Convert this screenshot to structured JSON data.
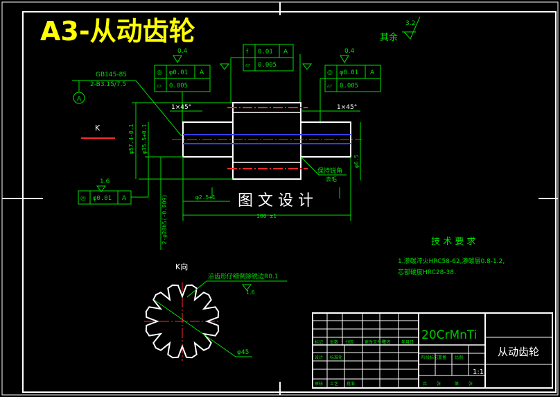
{
  "sheet": {
    "title": "A3-从动齿轮",
    "overlay_label": "图 文 设 计",
    "colors": {
      "background": "#000000",
      "line_white": "#ffffff",
      "dim_green": "#00e000",
      "center_red": "#ff2a2a",
      "hidden_blue": "#3a3aff",
      "title_yellow": "#ffff00",
      "title_text": "#00c800"
    }
  },
  "roughness": {
    "general_label": "其余",
    "general_value": "3.2",
    "left_value": "0.4",
    "right_value": "0.4",
    "bottom_value": "1.6"
  },
  "tolerance": {
    "center_top": {
      "r1_sym": "f",
      "r1_val": "0.01",
      "r1_ref": "A",
      "r2_sym": "▱",
      "r2_val": "0.005"
    },
    "left": {
      "r1_sym": "◎",
      "r1_val": "φ0.01",
      "r1_ref": "A",
      "r2_sym": "▱",
      "r2_val": "0.005"
    },
    "right": {
      "r1_sym": "◎",
      "r1_val": "φ0.01",
      "r1_ref": "A",
      "r2_sym": "▱",
      "r2_val": "0.005"
    },
    "bottom": {
      "r1_sym": "◎",
      "r1_val": "φ0.01",
      "r1_ref": "A"
    }
  },
  "annotations": {
    "standard_ref": "GB145-85",
    "center_hole": "2-B3.15/7.5",
    "datum": "A",
    "chamfer_left": "1×45°",
    "chamfer_right": "1×45°",
    "view_k": "K",
    "view_k_title": "K向",
    "dia_left1": "φ57.4-0.1",
    "dia_left2": "φ35.5+0.1",
    "dia_right": "φ6.5",
    "dim_len1": "φ2.5+1",
    "dim_total": "100 ±1",
    "dim_vertical": "2-φ28h5(-0.009)",
    "protect_note": "保持锐角",
    "protect_note2": "去毛",
    "spline_note": "沿齿形仔细倒除锐边R0.1",
    "spline_roughness": "1.6",
    "spline_dia": "φ45"
  },
  "tech_requirements": {
    "title": "技 术 要 求",
    "line1": "1.渗碳淬火HRC58-62,渗碳层0.8-1.2,",
    "line2": "芯部硬度HRC28-38."
  },
  "title_block": {
    "material": "20CrMnTi",
    "part_name": "从动齿轮",
    "scale": "1:1",
    "small_labels": [
      "标记",
      "处数",
      "分区",
      "更改文件号",
      "签名",
      "年月日"
    ],
    "small_labels2": [
      "设计",
      "标准化",
      "阶段标记",
      "重量",
      "比例"
    ],
    "small_labels3": [
      "审核",
      "工艺",
      "批准",
      "共",
      "张",
      "第",
      "张"
    ]
  }
}
